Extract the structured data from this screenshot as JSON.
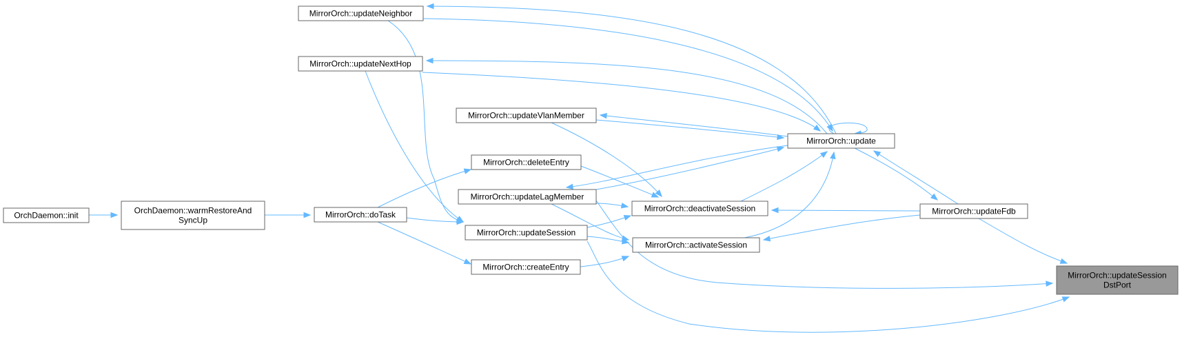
{
  "diagram": {
    "colors": {
      "edge": "#63b8ff",
      "node_border": "#666666",
      "node_fill": "#ffffff",
      "highlight_fill": "#999999",
      "text": "#000000"
    },
    "nodes": [
      {
        "id": "updateNeighbor",
        "lines": [
          "MirrorOrch::updateNeighbor"
        ]
      },
      {
        "id": "updateNextHop",
        "lines": [
          "MirrorOrch::updateNextHop"
        ]
      },
      {
        "id": "updateVlanMember",
        "lines": [
          "MirrorOrch::updateVlanMember"
        ]
      },
      {
        "id": "update",
        "lines": [
          "MirrorOrch::update"
        ]
      },
      {
        "id": "deleteEntry",
        "lines": [
          "MirrorOrch::deleteEntry"
        ]
      },
      {
        "id": "updateLagMember",
        "lines": [
          "MirrorOrch::updateLagMember"
        ]
      },
      {
        "id": "deactivateSession",
        "lines": [
          "MirrorOrch::deactivateSession"
        ]
      },
      {
        "id": "updateFdb",
        "lines": [
          "MirrorOrch::updateFdb"
        ]
      },
      {
        "id": "orchInit",
        "lines": [
          "OrchDaemon::init"
        ]
      },
      {
        "id": "warmRestore",
        "lines": [
          "OrchDaemon::warmRestoreAnd",
          "SyncUp"
        ]
      },
      {
        "id": "doTask",
        "lines": [
          "MirrorOrch::doTask"
        ]
      },
      {
        "id": "updateSession",
        "lines": [
          "MirrorOrch::updateSession"
        ]
      },
      {
        "id": "activateSession",
        "lines": [
          "MirrorOrch::activateSession"
        ]
      },
      {
        "id": "createEntry",
        "lines": [
          "MirrorOrch::createEntry"
        ]
      },
      {
        "id": "updateSessionDstPort",
        "lines": [
          "MirrorOrch::updateSession",
          "DstPort"
        ],
        "highlight": true
      }
    ],
    "edges": [
      {
        "from": "orchInit",
        "to": "warmRestore"
      },
      {
        "from": "warmRestore",
        "to": "doTask"
      },
      {
        "from": "doTask",
        "to": "deleteEntry"
      },
      {
        "from": "doTask",
        "to": "updateSession"
      },
      {
        "from": "doTask",
        "to": "createEntry"
      },
      {
        "from": "updateNeighbor",
        "to": "updateSession"
      },
      {
        "from": "updateNextHop",
        "to": "updateSession"
      },
      {
        "from": "update",
        "to": "updateNeighbor"
      },
      {
        "from": "update",
        "to": "updateNextHop"
      },
      {
        "from": "update",
        "to": "updateVlanMember"
      },
      {
        "from": "update",
        "to": "updateLagMember"
      },
      {
        "from": "update",
        "to": "update"
      },
      {
        "from": "updateNeighbor",
        "to": "update"
      },
      {
        "from": "updateNextHop",
        "to": "update"
      },
      {
        "from": "updateVlanMember",
        "to": "update"
      },
      {
        "from": "updateLagMember",
        "to": "update"
      },
      {
        "from": "deactivateSession",
        "to": "update"
      },
      {
        "from": "activateSession",
        "to": "update"
      },
      {
        "from": "updateFdb",
        "to": "update"
      },
      {
        "from": "update",
        "to": "updateFdb"
      },
      {
        "from": "updateVlanMember",
        "to": "deactivateSession"
      },
      {
        "from": "deleteEntry",
        "to": "deactivateSession"
      },
      {
        "from": "updateLagMember",
        "to": "deactivateSession"
      },
      {
        "from": "updateSession",
        "to": "deactivateSession"
      },
      {
        "from": "update",
        "to": "deactivateSession"
      },
      {
        "from": "updateFdb",
        "to": "deactivateSession"
      },
      {
        "from": "updateLagMember",
        "to": "activateSession"
      },
      {
        "from": "updateSession",
        "to": "activateSession"
      },
      {
        "from": "createEntry",
        "to": "activateSession"
      },
      {
        "from": "updateFdb",
        "to": "activateSession"
      },
      {
        "from": "updateFdb",
        "to": "updateSessionDstPort"
      },
      {
        "from": "updateLagMember",
        "to": "updateSessionDstPort"
      },
      {
        "from": "updateSession",
        "to": "updateSessionDstPort"
      }
    ]
  }
}
